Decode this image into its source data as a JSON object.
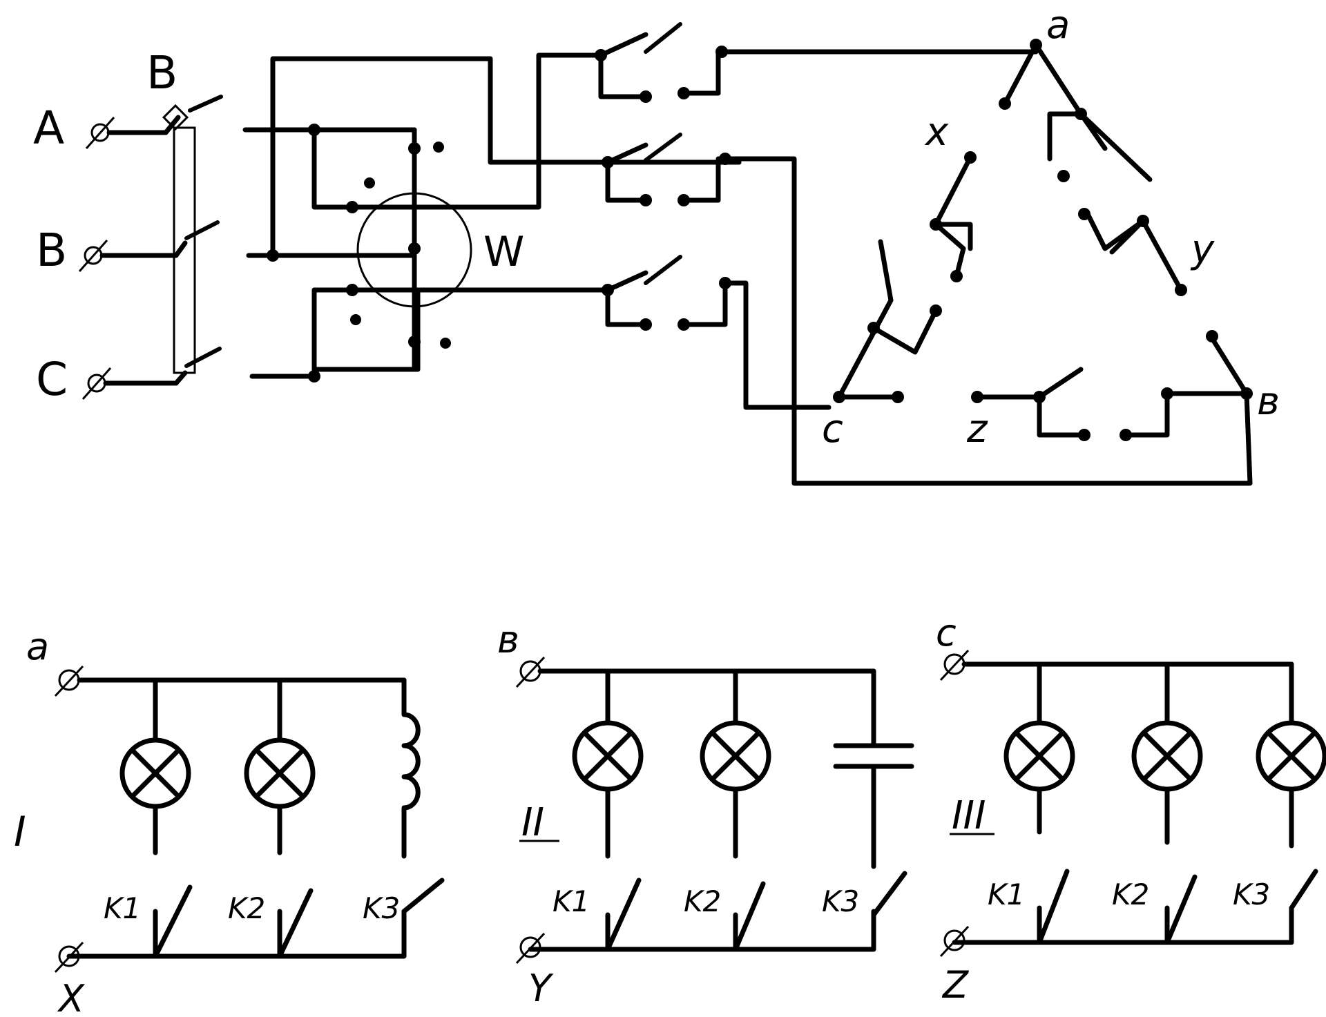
{
  "labels": {
    "input_a": "A",
    "input_b": "B",
    "input_c": "C",
    "breaker": "B",
    "wattmeter": "W",
    "node_a": "a",
    "node_b": "в",
    "node_c": "c",
    "node_x": "x",
    "node_y": "y",
    "node_z": "z"
  },
  "loads": [
    {
      "roman": "I",
      "top": "a",
      "bottom": "X",
      "switches": [
        "K1",
        "K2",
        "K3"
      ],
      "elements": [
        "lamp",
        "lamp",
        "inductor"
      ]
    },
    {
      "roman": "II",
      "top": "в",
      "bottom": "Y",
      "switches": [
        "K1",
        "K2",
        "K3"
      ],
      "elements": [
        "lamp",
        "lamp",
        "capacitor"
      ]
    },
    {
      "roman": "III",
      "top": "c",
      "bottom": "Z",
      "switches": [
        "K1",
        "K2",
        "K3"
      ],
      "elements": [
        "lamp",
        "lamp",
        "lamp"
      ]
    }
  ]
}
